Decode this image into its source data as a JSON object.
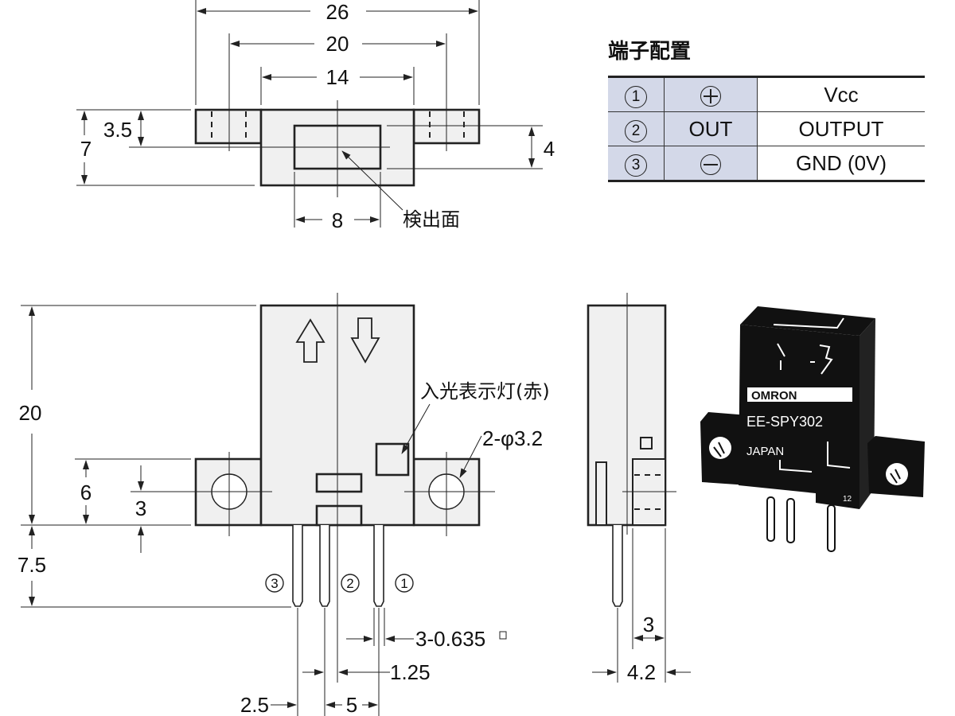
{
  "top_view": {
    "dims": {
      "overall_width": "26",
      "hole_pitch": "20",
      "body_width": "14",
      "aperture_width": "8",
      "flange_height": "3.5",
      "total_depth": "7",
      "aperture_height": "4"
    },
    "callout_detection_surface": "検出面"
  },
  "pin_table": {
    "title": "端子配置",
    "rows": [
      {
        "pin": "1",
        "symbol": "plus-icon",
        "function": "Vcc"
      },
      {
        "pin": "2",
        "symbol_text": "OUT",
        "function": "OUTPUT"
      },
      {
        "pin": "3",
        "symbol": "minus-icon",
        "function": "GND (0V)"
      }
    ],
    "header_fill": "#d3d8e8"
  },
  "front_view": {
    "dims": {
      "height": "20",
      "flange_height": "6",
      "hole_center": "3",
      "pin_length": "7.5",
      "pin_size": "3-0.635",
      "pin_offset": "1.25",
      "pin_pitch_a": "2.5",
      "pin_pitch_b": "5",
      "mount_hole": "2-φ3.2"
    },
    "callout_indicator": "入光表示灯(赤)",
    "pin_labels": [
      "3",
      "2",
      "1"
    ]
  },
  "side_view": {
    "dims": {
      "flange_depth": "3",
      "total_depth": "4.2"
    }
  },
  "product_render": {
    "brand": "OMRON",
    "model": "EE-SPY302",
    "origin": "JAPAN",
    "lot": "12"
  }
}
